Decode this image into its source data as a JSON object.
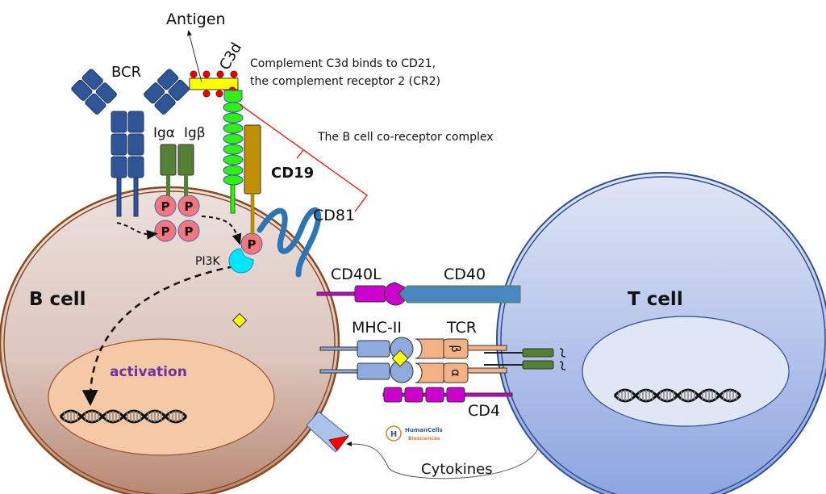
{
  "labels": {
    "antigen": "Antigen",
    "bcr": "BCR",
    "c3d": "C3d",
    "complement_note_line1": "Complement C3d binds to CD21,",
    "complement_note_line2": "the complement receptor 2 (CR2)",
    "ig_alpha": "Igα",
    "ig_beta": "Igβ",
    "coreceptor": "The B cell co-receptor complex",
    "cd19": "CD19",
    "cd81": "CD81",
    "pi3k": "PI3K",
    "phospho": "P",
    "b_cell": "B cell",
    "activation": "activation",
    "cd40l": "CD40L",
    "cd40": "CD40",
    "t_cell": "T cell",
    "mhc2": "MHC-II",
    "tcr": "TCR",
    "beta": "β",
    "alpha": "α",
    "cd4": "CD4",
    "cytokines": "Cytokines",
    "logo_line1": "HumanCells",
    "logo_line2": "Biosciences",
    "logo_letter": "H"
  },
  "colors": {
    "bcr": "#2f5597",
    "ig": "#548235",
    "cd21": "#33ee11",
    "cd19": "#bf9000",
    "cd81": "#2e75b6",
    "phospho": "#f4777f",
    "pi3k": "#00e5ff",
    "cd40l": "#cc00cc",
    "cd40": "#4a86c0",
    "mhc": "#8faadc",
    "tcr": "#f4b183",
    "antigen": "#ffff00",
    "activation": "#7030a0",
    "coreceptor_bracket": "#ff0000"
  }
}
